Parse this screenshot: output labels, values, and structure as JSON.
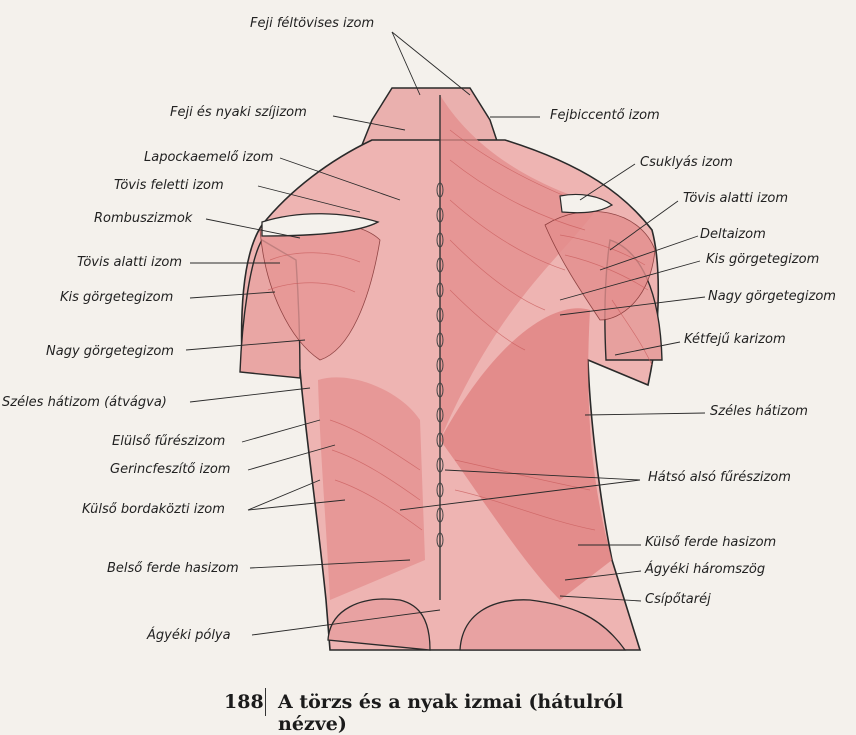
{
  "labels_left": [
    "Feji és nyaki szíjizom",
    "Lapockaemelő izom",
    "Tövis feletti izom",
    "Rombuszizmok",
    "Tövis alatti izom",
    "Kis görgetegizom",
    "Nagy görgetegizom",
    "Széles hátizom (átvágva)",
    "Elülső fűrészizom",
    "Gerincfeszítő izom",
    "Külső bordaközti izom",
    "Belső ferde hasizom",
    "Ágyéki pólya"
  ],
  "labels_right": [
    "Fejbiccentő izom",
    "Csuklyás izom",
    "Tövis alatti izom",
    "Deltaizom",
    "Kis görgetegizom",
    "Nagy görgetegizom",
    "Kétfejű karizom",
    "Széles hátizom",
    "Hátsó alsó fűrészizom",
    "Külső ferde hasizom",
    "Ágyéki háromszög",
    "Csípőtaréj"
  ],
  "label_top": "Feji féltövises izom",
  "caption": {
    "page_number": "188",
    "title": "A törzs és a nyak izmai (hátulról nézve)"
  },
  "colors": {
    "muscle": "#e8a2a2",
    "muscle_line": "#c85a5a",
    "outline": "#2a2a2a",
    "background": "#f4f1ec"
  }
}
